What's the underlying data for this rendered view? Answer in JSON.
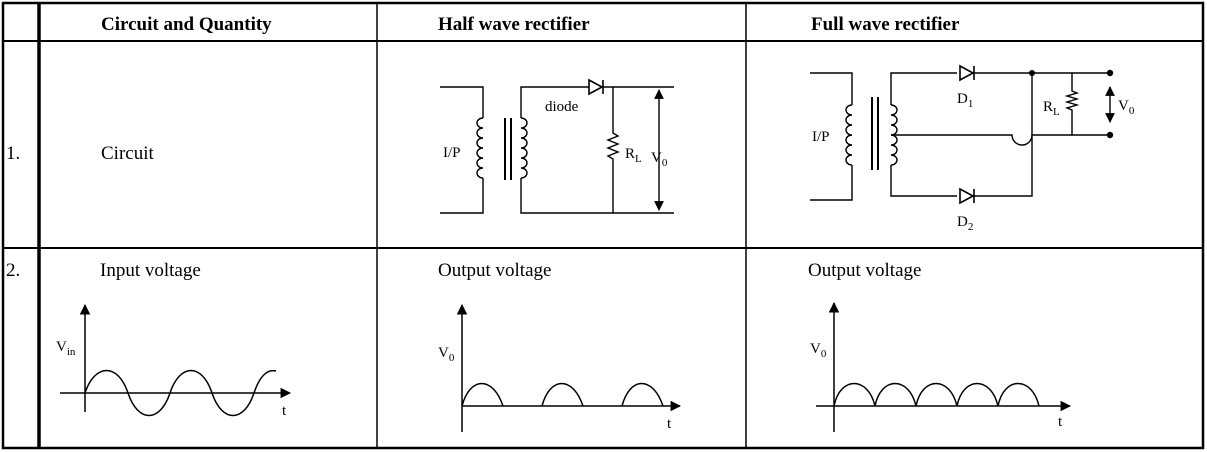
{
  "table": {
    "headers": [
      "",
      "Circuit and Quantity",
      "Half wave rectifier",
      "Full wave rectifier"
    ],
    "rows": [
      {
        "num": "1.",
        "quantity": "Circuit"
      },
      {
        "num": "2.",
        "quantity": "Input voltage",
        "half": "Output voltage",
        "full": "Output voltage"
      }
    ]
  },
  "half_circuit": {
    "input": "I/P",
    "diode": "diode",
    "resistor": "R",
    "resistor_sub": "L",
    "output": "V",
    "output_sub": "0"
  },
  "full_circuit": {
    "input": "I/P",
    "d1": "D",
    "d1_sub": "1",
    "d2": "D",
    "d2_sub": "2",
    "resistor": "R",
    "resistor_sub": "L",
    "output": "V",
    "output_sub": "0"
  },
  "graphs": {
    "input": {
      "ylabel": "V",
      "ylabel_sub": "in",
      "xlabel": "t"
    },
    "half": {
      "ylabel": "V",
      "ylabel_sub": "0",
      "xlabel": "t"
    },
    "full": {
      "ylabel": "V",
      "ylabel_sub": "0",
      "xlabel": "t"
    }
  }
}
